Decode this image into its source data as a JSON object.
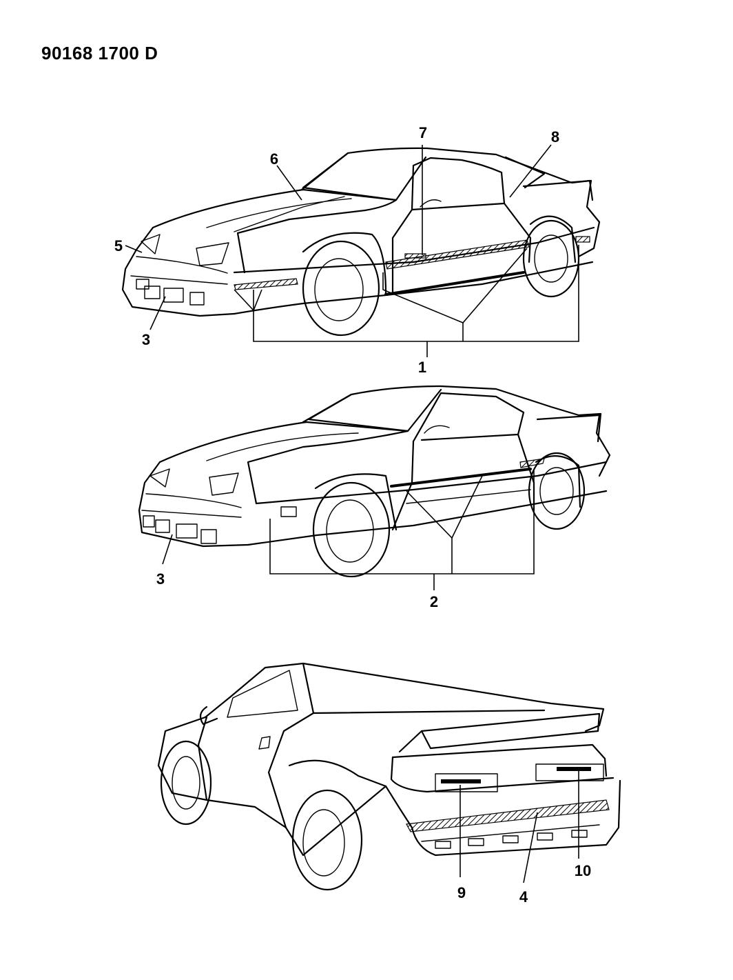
{
  "header": {
    "reference_code": "90168 1700 D"
  },
  "callouts": {
    "c1": "1",
    "c2": "2",
    "c3a": "3",
    "c3b": "3",
    "c4": "4",
    "c5": "5",
    "c6": "6",
    "c7": "7",
    "c8": "8",
    "c9": "9",
    "c10": "10"
  },
  "colors": {
    "line": "#000000",
    "background": "#ffffff"
  }
}
